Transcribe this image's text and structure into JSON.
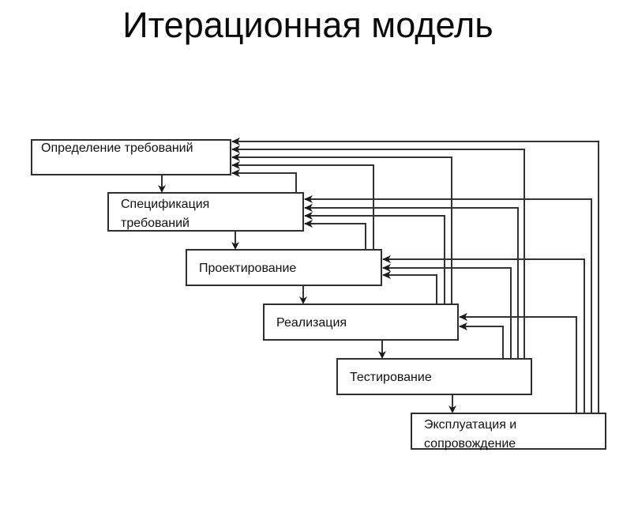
{
  "title": "Итерационная модель",
  "stages": [
    {
      "id": "requirements",
      "lines": [
        "Определение требований"
      ]
    },
    {
      "id": "specification",
      "lines": [
        "Спецификация",
        "требований"
      ]
    },
    {
      "id": "design",
      "lines": [
        "Проектирование"
      ]
    },
    {
      "id": "implementation",
      "lines": [
        "Реализация"
      ]
    },
    {
      "id": "testing",
      "lines": [
        "Тестирование"
      ]
    },
    {
      "id": "operation",
      "lines": [
        "Эксплуатация и",
        "сопровождение"
      ]
    }
  ],
  "forward_flow": [
    [
      0,
      1
    ],
    [
      1,
      2
    ],
    [
      2,
      3
    ],
    [
      3,
      4
    ],
    [
      4,
      5
    ]
  ],
  "feedback_flow": [
    [
      5,
      0
    ],
    [
      4,
      0
    ],
    [
      3,
      0
    ],
    [
      2,
      0
    ],
    [
      1,
      0
    ],
    [
      5,
      1
    ],
    [
      4,
      1
    ],
    [
      3,
      1
    ],
    [
      2,
      1
    ],
    [
      5,
      2
    ],
    [
      4,
      2
    ],
    [
      3,
      2
    ],
    [
      5,
      3
    ],
    [
      4,
      3
    ]
  ]
}
